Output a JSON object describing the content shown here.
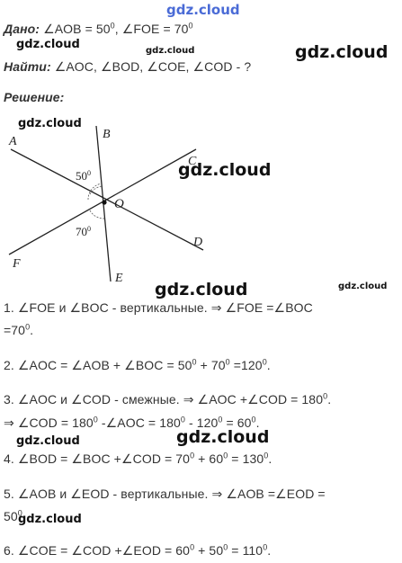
{
  "watermark": "gdz.cloud",
  "given": {
    "label": "Дано:",
    "angle_aob": "∠AOB = 50",
    "aob_sup": "0",
    "sep": ", ",
    "angle_foe": "∠FOE = 70",
    "foe_sup": "0"
  },
  "find": {
    "label": "Найти:",
    "text": "∠AOC, ∠BOD, ∠COE, ∠COD - ?"
  },
  "solution": {
    "label": "Решение:"
  },
  "figure": {
    "points": {
      "A": "A",
      "B": "B",
      "C": "C",
      "D": "D",
      "E": "E",
      "F": "F",
      "O": "O"
    },
    "angle1": "50",
    "angle1_sup": "0",
    "angle2": "70",
    "angle2_sup": "0"
  },
  "steps": {
    "s1a": "1. ∠FOE и ∠BOC - вертикальные. ⇒ ∠FOE =∠BOC",
    "s1b": "=70",
    "s1b_sup": "0",
    "s1b_end": ".",
    "s2_pre": "2. ∠AOC = ∠AOB + ∠BOC = 50",
    "s2_s1": "0",
    "s2_mid": " + 70",
    "s2_s2": "0",
    "s2_mid2": " =120",
    "s2_s3": "0",
    "s2_end": ".",
    "s3a_pre": "3. ∠AOC и ∠COD - смежные. ⇒ ∠AOC +∠COD = 180",
    "s3a_s": "0",
    "s3a_end": ".",
    "s3b_pre": "⇒ ∠COD = 180",
    "s3b_s1": "0",
    "s3b_mid": " -∠AOC = 180",
    "s3b_s2": "0",
    "s3b_mid2": " - 120",
    "s3b_s3": "0",
    "s3b_mid3": " = 60",
    "s3b_s4": "0",
    "s3b_end": ".",
    "s4_pre": "4. ∠BOD = ∠BOC +∠COD = 70",
    "s4_s1": "0",
    "s4_mid": " + 60",
    "s4_s2": "0",
    "s4_mid2": " = 130",
    "s4_s3": "0",
    "s4_end": ".",
    "s5a": "5. ∠AOB и ∠EOD - вертикальные. ⇒ ∠AOB =∠EOD =",
    "s5b": "50",
    "s5b_sup": "0",
    "s6_pre": "6. ∠COE = ∠COD +∠EOD = 60",
    "s6_s1": "0",
    "s6_mid": " + 50",
    "s6_s2": "0",
    "s6_mid2": " = 110",
    "s6_s3": "0",
    "s6_end": "."
  }
}
